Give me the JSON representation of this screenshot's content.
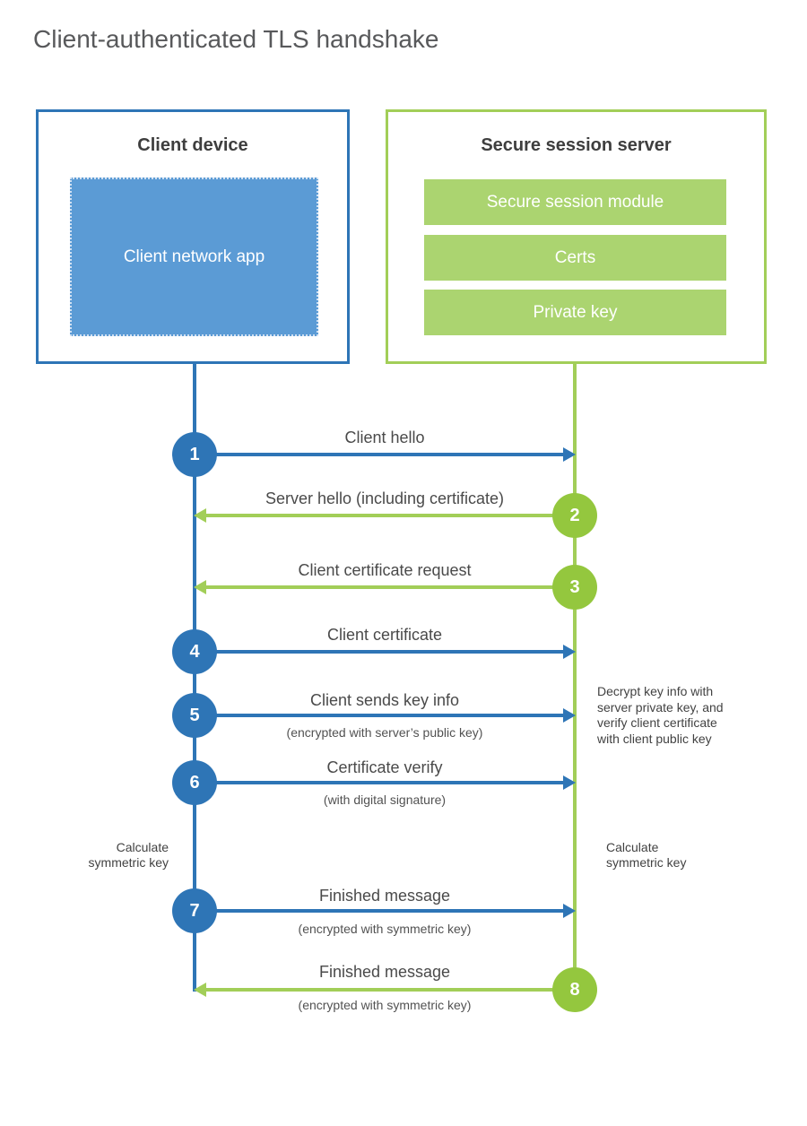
{
  "title": "Client-authenticated TLS handshake",
  "colors": {
    "client_blue": "#2e75b6",
    "client_fill_blue": "#5b9bd5",
    "server_green_line": "#a2ce58",
    "server_green_circle": "#94c73e",
    "server_green_bar": "#abd470",
    "heading_text": "#3e3e3e",
    "body_text": "#4a4a4a"
  },
  "client": {
    "title": "Client device",
    "app_label": "Client network app"
  },
  "server": {
    "title": "Secure session server",
    "modules": [
      "Secure session module",
      "Certs",
      "Private key"
    ]
  },
  "messages": [
    {
      "step": "1",
      "label": "Client hello",
      "direction": "client-to-server",
      "color": "blue"
    },
    {
      "step": "2",
      "label": "Server hello (including certificate)",
      "direction": "server-to-client",
      "color": "green"
    },
    {
      "step": "3",
      "label": "Client certificate request",
      "direction": "server-to-client",
      "color": "green"
    },
    {
      "step": "4",
      "label": "Client certificate",
      "direction": "client-to-server",
      "color": "blue"
    },
    {
      "step": "5",
      "label": "Client sends key info",
      "sublabel": "(encrypted with server’s public key)",
      "direction": "client-to-server",
      "color": "blue"
    },
    {
      "step": "6",
      "label": "Certificate verify",
      "sublabel": "(with digital signature)",
      "direction": "client-to-server",
      "color": "blue"
    },
    {
      "step": "7",
      "label": "Finished message",
      "sublabel": "(encrypted with symmetric key)",
      "direction": "client-to-server",
      "color": "blue"
    },
    {
      "step": "8",
      "label": "Finished message",
      "sublabel": "(encrypted with symmetric key)",
      "direction": "server-to-client",
      "color": "green"
    }
  ],
  "annotations": {
    "decrypt_note": "Decrypt key info with server private key, and verify client certificate with client public key",
    "calculate_left": "Calculate symmetric key",
    "calculate_right": "Calculate symmetric key"
  }
}
